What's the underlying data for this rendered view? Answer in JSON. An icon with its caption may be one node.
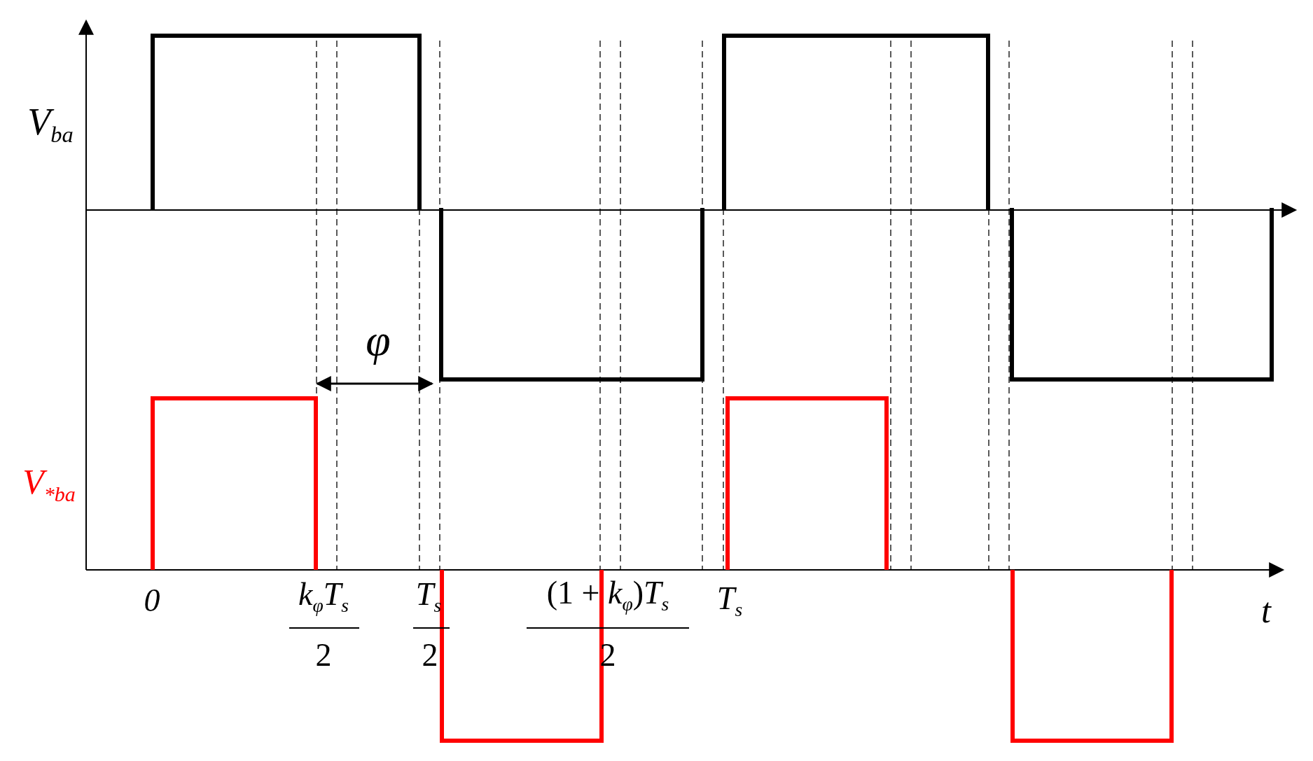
{
  "diagram": {
    "labels": [
      "V$_{ba}$",
      "φ",
      "V$_{*ba}$",
      "0",
      "k$_{φ}$T$_{s}$",
      "2",
      "T$_{s}$",
      "2",
      "(1 + *k*$_{φ}$)*T*$_{s}$",
      "2",
      "T$_{s}$",
      "t"
    ]
  }
}
